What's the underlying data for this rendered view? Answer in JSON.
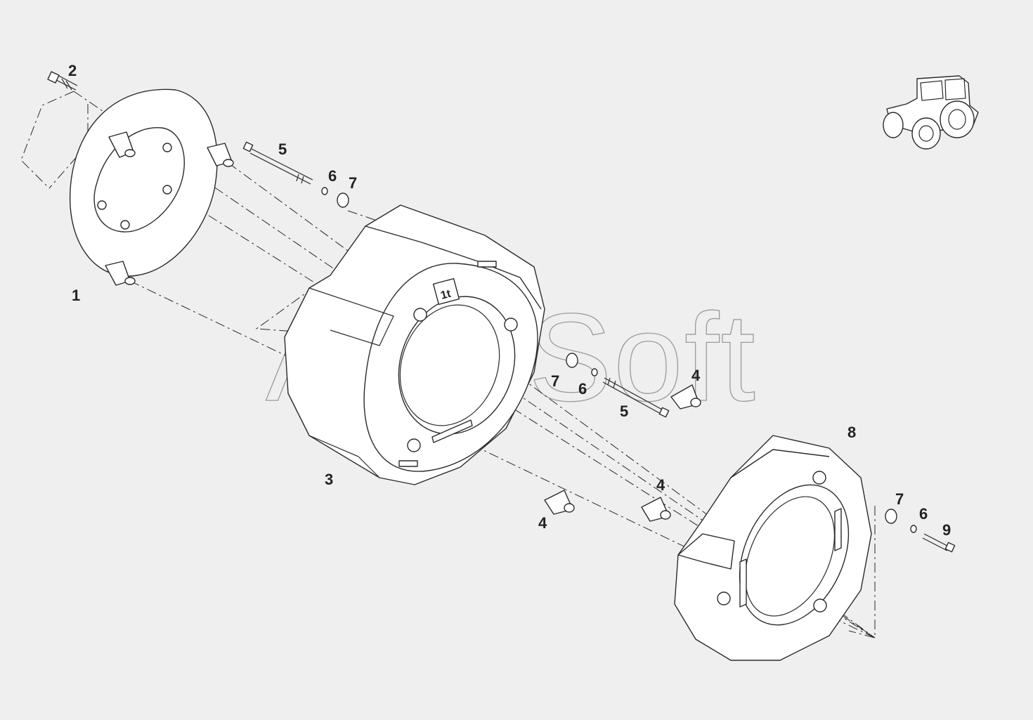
{
  "watermark": "AutoSoft",
  "callouts": [
    {
      "id": "c1",
      "label": "1"
    },
    {
      "id": "c2",
      "label": "2"
    },
    {
      "id": "c3",
      "label": "3"
    },
    {
      "id": "c4a",
      "label": "4"
    },
    {
      "id": "c4b",
      "label": "4"
    },
    {
      "id": "c4c",
      "label": "4"
    },
    {
      "id": "c5a",
      "label": "5"
    },
    {
      "id": "c5b",
      "label": "5"
    },
    {
      "id": "c6a",
      "label": "6"
    },
    {
      "id": "c6b",
      "label": "6"
    },
    {
      "id": "c6c",
      "label": "6"
    },
    {
      "id": "c7a",
      "label": "7"
    },
    {
      "id": "c7b",
      "label": "7"
    },
    {
      "id": "c7c",
      "label": "7"
    },
    {
      "id": "c8",
      "label": "8"
    },
    {
      "id": "c9",
      "label": "9"
    }
  ],
  "weight_mark": "1t",
  "icons": {
    "vehicle": "tractor-icon"
  }
}
